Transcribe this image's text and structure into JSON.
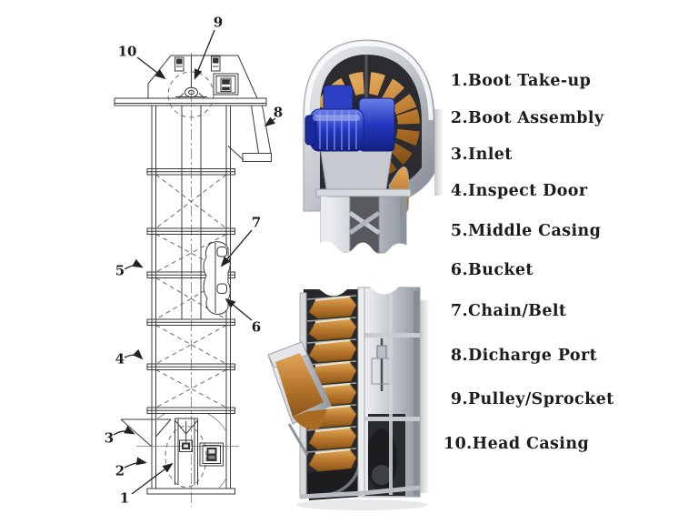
{
  "figure": {
    "kind": "bucket-elevator-component-diagram"
  },
  "legend": {
    "items": [
      {
        "number": "1.",
        "label": "Boot Take-up"
      },
      {
        "number": "2.",
        "label": "Boot Assembly"
      },
      {
        "number": "3.",
        "label": "Inlet"
      },
      {
        "number": "4.",
        "label": "Inspect Door"
      },
      {
        "number": "5.",
        "label": "Middle Casing"
      },
      {
        "number": "6.",
        "label": "Bucket"
      },
      {
        "number": "7.",
        "label": "Chain/Belt"
      },
      {
        "number": "8.",
        "label": "Dicharge Port"
      },
      {
        "number": "9.",
        "label": "Pulley/Sprocket"
      },
      {
        "number": "10.",
        "label": "Head Casing"
      }
    ]
  },
  "drawing": {
    "callouts": {
      "c1": "1",
      "c2": "2",
      "c3": "3",
      "c4": "4",
      "c5": "5",
      "c6": "6",
      "c7": "7",
      "c8": "8",
      "c9": "9",
      "c10": "10"
    }
  },
  "colors": {
    "background": "#ffffff",
    "line_drawing": "#3b3b3b",
    "text": "#1c1c1c",
    "metal_light": "#eceef0",
    "metal_mid": "#c3c7cc",
    "metal_dark": "#8f949b",
    "motor_blue": "#2c3ec4",
    "bucket_tan": "#c98e3f",
    "interior_dark": "#2a2a2e"
  }
}
